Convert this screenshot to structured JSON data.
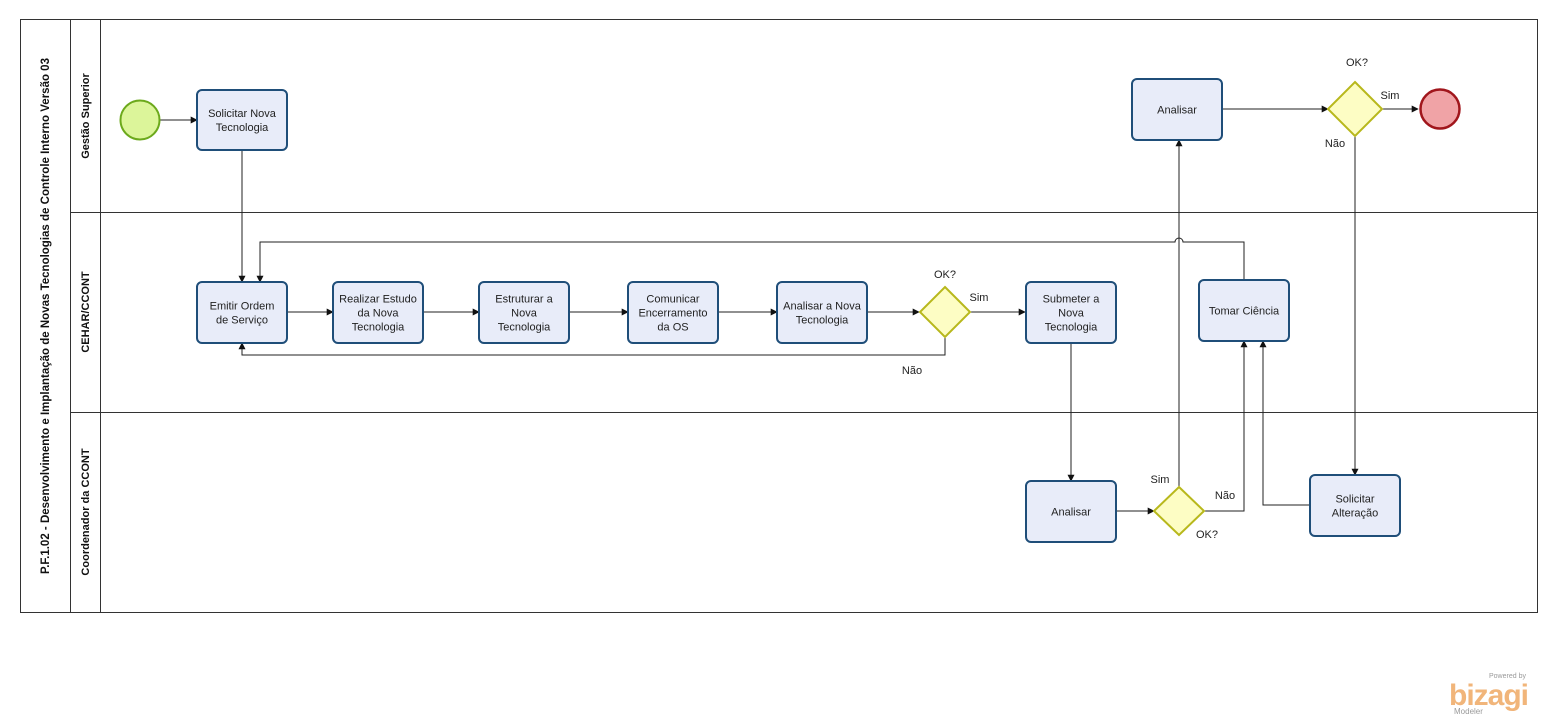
{
  "pool": {
    "title": "P.F.1.02 - Desenvolvimento e Implantação de Novas Tecnologias de Controle Interno Versão 03"
  },
  "lanes": [
    {
      "name": "Gestão Superior"
    },
    {
      "name": "CEHAR/CCONT"
    },
    {
      "name": "Coordenador da CCONT"
    }
  ],
  "tasks": {
    "solicitar_nova_tecnologia": [
      "Solicitar Nova",
      "Tecnologia"
    ],
    "analisar_gestao": [
      "Analisar"
    ],
    "emitir_ordem": [
      "Emitir Ordem",
      "de Serviço"
    ],
    "realizar_estudo": [
      "Realizar Estudo",
      "da Nova",
      "Tecnologia"
    ],
    "estruturar": [
      "Estruturar a",
      "Nova",
      "Tecnologia"
    ],
    "comunicar": [
      "Comunicar",
      "Encerramento",
      "da OS"
    ],
    "analisar_nova": [
      "Analisar a Nova",
      "Tecnologia"
    ],
    "submeter": [
      "Submeter a",
      "Nova",
      "Tecnologia"
    ],
    "tomar_ciencia": [
      "Tomar Ciência"
    ],
    "analisar_coord": [
      "Analisar"
    ],
    "solicitar_alteracao": [
      "Solicitar",
      "Alteração"
    ]
  },
  "gateways": {
    "ok_gestao": "OK?",
    "ok_cehar": "OK?",
    "ok_coord": "OK?"
  },
  "flow_labels": {
    "sim": "Sim",
    "nao": "Não"
  },
  "branding": {
    "powered_by": "Powered by",
    "brand": "bizagi",
    "product": "Modeler"
  },
  "colors": {
    "task_fill": "#e8ecf9",
    "task_stroke": "#1f4e79",
    "gateway_fill": "#fdfdc4",
    "gateway_stroke": "#b8b81c",
    "start_fill": "#dcf59a",
    "start_stroke": "#6ca91c",
    "end_fill": "#f0a3a6",
    "end_stroke": "#a1161c"
  }
}
